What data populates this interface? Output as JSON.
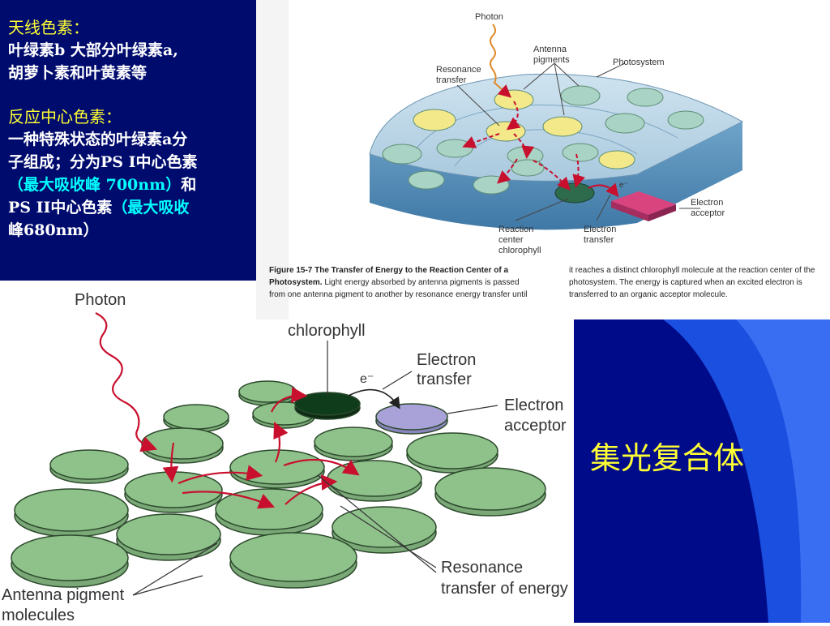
{
  "text_box": {
    "antenna_heading": "天线色素：",
    "antenna_line1": "叶绿素b  大部分叶绿素a,",
    "antenna_line2": "胡萝卜素和叶黄素等",
    "reaction_heading": "反应中心色素：",
    "reaction_line1": "一种特殊状态的叶绿素a分",
    "reaction_line2": "子组成；分为PS I中心色素",
    "reaction_line3_cyan": "（最大吸收峰 700nm）",
    "reaction_line3_tail": "和",
    "reaction_line4_white": "PS II中心色素",
    "reaction_line4_cyan": "（最大吸收",
    "reaction_line5_cyan": "峰680nm）"
  },
  "top_figure": {
    "labels": {
      "photon": "Photon",
      "antenna1": "Antenna",
      "antenna2": "pigments",
      "photosystem": "Photosystem",
      "resonance1": "Resonance",
      "resonance2": "transfer",
      "electron_acceptor1": "Electron",
      "electron_acceptor2": "acceptor",
      "reaction1": "Reaction",
      "reaction2": "center",
      "reaction3": "chlorophyll",
      "electron_transfer1": "Electron",
      "electron_transfer2": "transfer",
      "e_minus": "e⁻"
    },
    "caption": {
      "fig_label": "Figure 15-7   The Transfer of Energy to the Reaction Center of a",
      "fig_label2": "Photosystem.",
      "left_line2_rest": "  Light energy absorbed by antenna pigments is passed",
      "left_line3": "from one antenna pigment to another by resonance energy transfer until",
      "right_line1": "it reaches a distinct chlorophyll molecule at the reaction center of the",
      "right_line2": "photosystem. The energy is captured when an excited electron is",
      "right_line3": "transferred to an organic acceptor molecule."
    }
  },
  "bottom_figure": {
    "labels": {
      "photon": "Photon",
      "chlorophyll": "chlorophyll",
      "e_minus": "e⁻",
      "electron_transfer1": "Electron",
      "electron_transfer2": "transfer",
      "electron_acceptor1": "Electron",
      "electron_acceptor2": "acceptor",
      "resonance1": "Resonance",
      "resonance2": "transfer of energy",
      "antenna1": "Antenna pigment",
      "antenna2": "molecules"
    }
  },
  "panel": {
    "title": "集光复合体"
  },
  "colors": {
    "navy_box": "#000b6e",
    "panel_blue": "#000b8a",
    "accent_yellow": "#ffff33",
    "accent_cyan": "#00ffff",
    "disk_green": "#8fc28b",
    "reaction_center": "#0f3d1c",
    "acceptor_purple": "#a9a2d8",
    "arrow_red": "#c8102e"
  }
}
